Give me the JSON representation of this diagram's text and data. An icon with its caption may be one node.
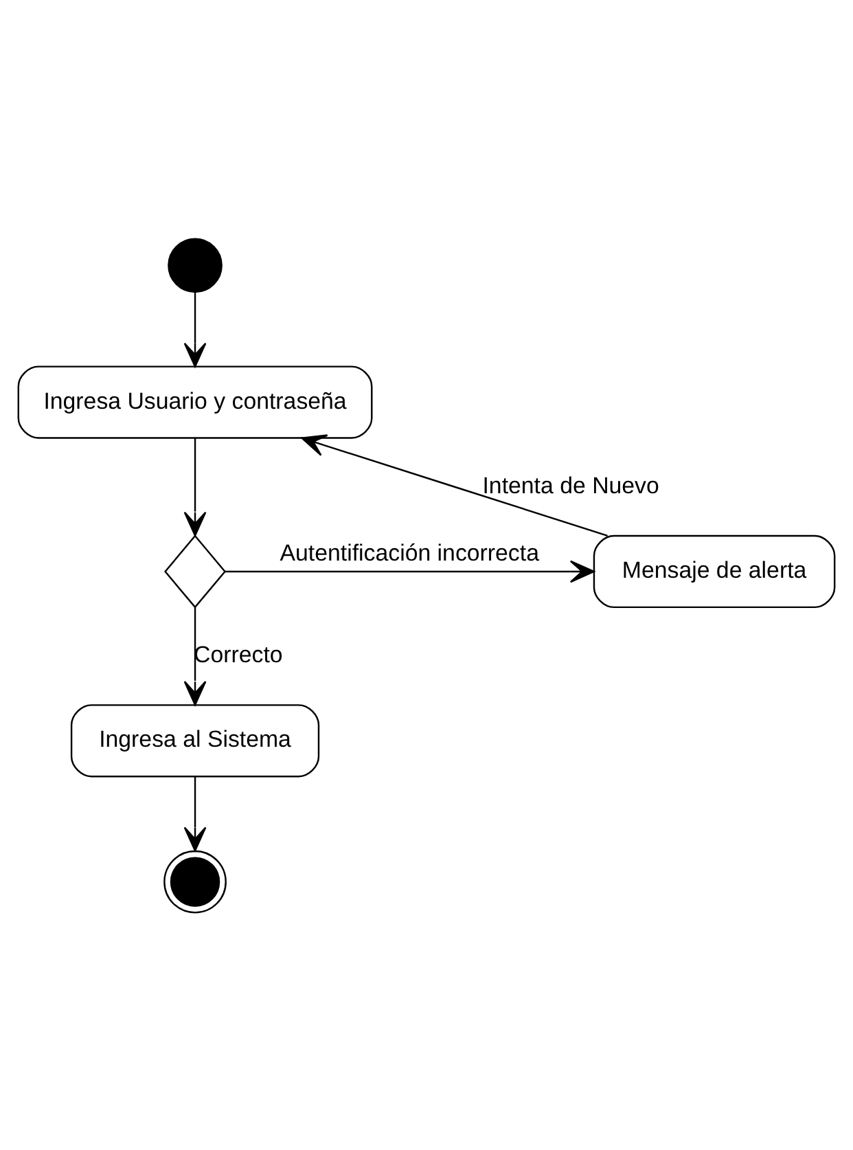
{
  "diagram": {
    "nodes": [
      {
        "text": [],
        "shape": "circle"
      },
      {
        "text": [
          "Ingresa Usuario y contraseña"
        ]
      },
      {
        "text": [],
        "shape": "diamond"
      },
      {
        "text": [
          "Mensaje de alerta"
        ]
      },
      {
        "text": [
          "Ingresa al Sistema"
        ]
      },
      {
        "text": [],
        "shape": "circle"
      }
    ],
    "edges": [
      {
        "from": 0,
        "to": 1,
        "arrow": "to"
      },
      {
        "from": 1,
        "to": 2,
        "arrow": "to"
      },
      {
        "from": 2,
        "to": 3,
        "arrow": "to",
        "label": "Autentificación incorrecta"
      },
      {
        "from": 3,
        "to": 1,
        "arrow": "to",
        "label": "Intenta de Nuevo"
      },
      {
        "from": 2,
        "to": 4,
        "arrow": "to",
        "label": "Correcto"
      },
      {
        "from": 4,
        "to": 5,
        "arrow": "to"
      }
    ]
  }
}
